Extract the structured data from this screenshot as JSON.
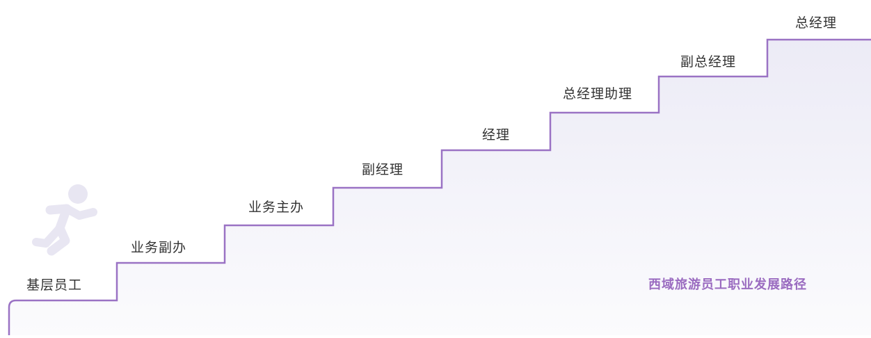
{
  "steps": [
    "基层员工",
    "业务副办",
    "业务主办",
    "副经理",
    "经理",
    "总经理助理",
    "副总经理",
    "总经理"
  ],
  "caption": "西域旅游员工职业发展路径",
  "colors": {
    "line": "#9a72c4",
    "fill_top": "#ecebf6",
    "fill_bottom": "#fbfbfd",
    "figure": "#e8e6f2",
    "caption": "#9a6bc0"
  },
  "icon": "running-person-icon"
}
